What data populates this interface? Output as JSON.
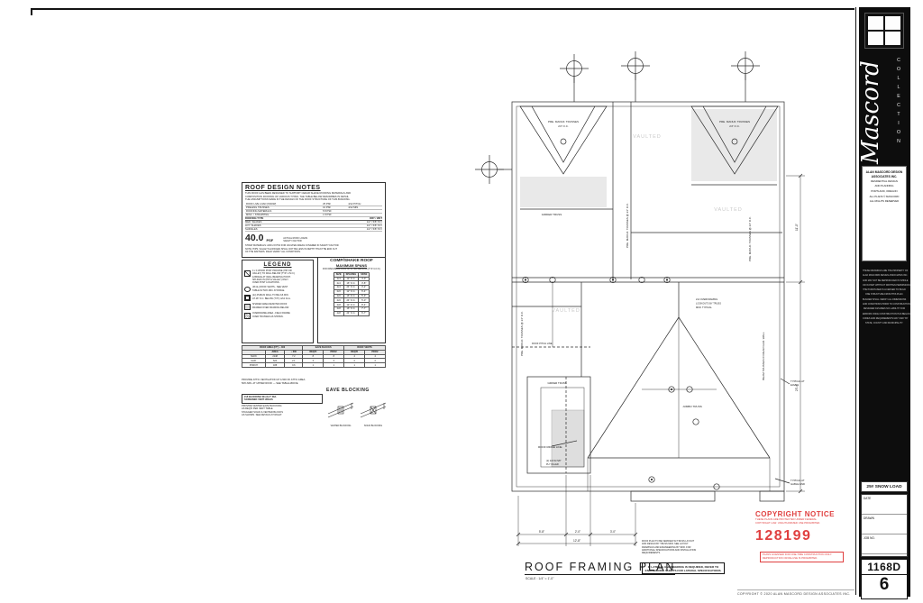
{
  "page": {
    "footer_copyright": "COPYRIGHT © 2020 ALAN MASCORD DESIGN ASSOCIATES INC."
  },
  "titleblock": {
    "brand_script": "Mascord",
    "collection": "COLLECTION",
    "info_heading": "ALAN MASCORD DESIGN ASSOCIATES INC.",
    "info_lines": [
      "RESIDENTIAL DESIGN",
      "AND PLANNING",
      "PORTLAND, OREGON",
      "ALL PLANS © MASCORD",
      "ALL RIGHTS RESERVED"
    ],
    "disclaimer_lines": [
      "THESE DRAWINGS ARE THE PROPERTY OF",
      "ALAN MASCORD DESIGN ASSOCIATES INC.",
      "AND MAY NOT BE REPRODUCED IN WHOLE",
      "OR IN PART WITHOUT WRITTEN PERMISSION.",
      "THE PURCHASER IS LICENSED TO BUILD",
      "ONE STRUCTURE FROM THIS PLAN.",
      "BUILDER SHALL VERIFY ALL DIMENSIONS",
      "AND CONDITIONS PRIOR TO CONSTRUCTION.",
      "DESIGNER ASSUMES NO LIABILITY FOR",
      "ERRORS ONCE CONSTRUCTION HAS BEGUN.",
      "CODES AND REQUIREMENTS MAY VARY BY",
      "STATE, COUNTY AND MUNICIPALITY."
    ],
    "snow_load": "25# SNOW LOAD",
    "meta_rows": [
      {
        "label": "DATE"
      },
      {
        "label": "DRAWN"
      },
      {
        "label": "JOB NO."
      }
    ],
    "plan_series": "1168D",
    "sheet_number": "6"
  },
  "design_notes": {
    "title": "ROOF DESIGN NOTES",
    "intro_lines": [
      "THIS ROOF HAS BEEN DESIGNED TO SUPPORT CEDAR SHAKE ROOFING MATERIALS AND",
      "COMPOSITION ROOFING OF VARIOUS TYPES. THE TABLE BELOW DESCRIBES IN DETAIL",
      "THE ASSUMPTIONS MADE IN THE DESIGN OF THE ROOF STRUCTURE OF THIS BUILDING."
    ],
    "load_rows": [
      {
        "label": "ROOF LIVE LOAD (SNOW)",
        "value": "25 PSF",
        "extra": "4/12 PITCH"
      },
      {
        "label": "PRE-ENG TRUSSES",
        "value": "10 PSF",
        "extra": "4/12 MIN."
      },
      {
        "label": "ROOFING MATERIALS",
        "value": "5.5 PSF",
        "extra": ""
      },
      {
        "label": "MISC. / STRAPPING",
        "value": "1.5 PSF",
        "extra": ""
      }
    ],
    "type_header": {
      "label": "ROOFING TYPE",
      "value": "DRY / WET"
    },
    "type_rows": [
      {
        "label": "MED. SHAKES",
        "value": "1/2\" / 5/8\" PLY"
      },
      {
        "label": "HVY. SHAKES",
        "value": "1/2\" / 5/8\" PLY"
      },
      {
        "label": "SHINGLES",
        "value": "1/2\" / 5/8\" PLY"
      }
    ],
    "total_value": "40.0",
    "total_unit": "PSF",
    "total_note_a": "ACTUAL ROOF LOADS",
    "total_note_b": "SAFETY FACTOR",
    "footnotes": [
      "STRAP MATERIALS: ADD 2.8 PSF FOR VAULTED AREAS COVERED IN SAFETY FACTOR.",
      "NOTE: HIPS, VALLEYS & RIDGES SHALL NOT BE LESS IN DEPTH THAN THE END CUT",
      "OF THE RAFTERS. FIELD VERIFY ALL CONDITIONS."
    ]
  },
  "legend": {
    "title": "LEGEND",
    "items": [
      {
        "lines": [
          "4 x 4 WOOD POST PROVIDE (HIP OR",
          "VALLEY) TO WALL BELOW (TYP. U.N.O.)",
          "& BRACE AT WALL BEARING POINT.",
          "SPLICES IN (HIP & VALLEY) ONLY",
          "OVER POST LOCATIONS."
        ]
      },
      {
        "lines": [
          "(M.GL) ROOF VENTS - SEE VENT",
          "TABLE W/ 50% MIN. AT RIDGE."
        ]
      },
      {
        "lines": [
          "(2x) PURLIN WALL TO BE 2x6 MIN.",
          "AT 48\" O.C. BELOW (TYP.) 4/12 CLG."
        ]
      },
      {
        "lines": [
          "SHADED AREA DENOTES ROOF",
          "FRAMED OVER FRAMING BELOW."
        ]
      },
      {
        "lines": [
          "OVERFRAME AREA - FIELD FRAME",
          "OVER TRUSSES AS SHOWN."
        ]
      }
    ]
  },
  "comp_shake": {
    "title": "COMP/SHAKE ROOF",
    "subtitle": "MAXIMUM SPANS",
    "note": "FOR OPEN BEAM CLGS. W/ 2x T&G DECKING (TYP. U.N.O.)",
    "headers": [
      "SIZE",
      "SPACING",
      "SPAN"
    ],
    "rows": [
      [
        "2x4",
        "12\" O.C.",
        "4'-0\""
      ],
      [
        "2x4",
        "16\" O.C.",
        "3'-8\""
      ],
      [
        "2x4",
        "24\" O.C.",
        "3'-2\""
      ],
      [
        "2x6",
        "12\" O.C.",
        "6'-4\""
      ],
      [
        "2x6",
        "16\" O.C.",
        "5'-9\""
      ],
      [
        "2x6",
        "24\" O.C.",
        "5'-0\""
      ],
      [
        "2x8",
        "12\" O.C.",
        "8'-4\""
      ],
      [
        "2x8",
        "16\" O.C.",
        "7'-7\""
      ],
      [
        "2x8",
        "24\" O.C.",
        "6'-7\""
      ]
    ]
  },
  "roof_vents": {
    "headers": [
      "ROOF AREA (FT²) ÷ 300",
      "EAVE BLOCKS",
      "ROOF VENTS"
    ],
    "col_headers": [
      "",
      "AREA",
      "÷ 300",
      "REQ'D",
      "PROV.",
      "REQ'D",
      "PROV."
    ],
    "rows": [
      [
        "MAIN",
        "2148",
        "7.2",
        "8",
        "8",
        "4",
        "4"
      ],
      [
        "GAR.",
        "624",
        "2.1",
        "3",
        "3",
        "2",
        "2"
      ],
      [
        "PORCH",
        "188",
        "0.6",
        "1",
        "1",
        "1",
        "1"
      ]
    ]
  },
  "attic_note": [
    "PROVIDE ATTIC VENTILATION AT 1/300 OF ATTIC AREA.",
    "50% MIN. AT UPPER ROOF — SEE TABLE ABOVE."
  ],
  "eave_blocking": {
    "heading": "EAVE BLOCKING",
    "left_box_lines": [
      "2x6 BLOCKING W/ (3) 2\" DIA.",
      "SCREENED VENT HOLES"
    ],
    "left_lines": [
      "PROVIDE VENTED EAVE BLOCKING",
      "AS REQ'D PER VENT TABLE.",
      "STAGGER SOLID & VENTED BLOCKS",
      "AS SHOWN. SEE DETAILS AT RIGHT."
    ],
    "caption_a": "VENTED BLOCKING",
    "caption_b": "SOLID BLOCKING"
  },
  "plan": {
    "title": "ROOF FRAMING PLAN",
    "scale": "SCALE : 1/4\" = 1'-0\"",
    "labels": {
      "truss_tl_a": "PRE. MANUF. TRUSSES",
      "truss_tl_b": "24\" O.C.",
      "truss_tr_a": "PRE. MANUF. TRUSSES",
      "truss_tr_b": "24\" O.C.",
      "truss_vert_left": "PRE. MANUF. TRUSSES @ 24\" O.C.",
      "truss_vert_mid": "PRE. MANUF. TRUSSES @ 24\" O.C.",
      "truss_vert_right": "PRE. MANUF. TRUSSES @ 24\" O.C.",
      "beam_vert_right": "BEAM TRUSSES IN REAR GAR. WALL",
      "girder_top": "GIRDER TRUSS",
      "girder_low": "GIRDER TRUSS",
      "jumbo_truss": "JUMBO TRUSS",
      "ridge_line": "ROOF RIDGE LINE",
      "roof_pitch": "ROOF PITCH LINE",
      "overframe_a": "2x4 OVERFRAMING",
      "overframe_b": "LOOKOUTS BY TRUSS",
      "overframe_c": "MFR. TYPICAL",
      "typ_eaves_a": "TYPICAL AT",
      "typ_eaves_b": "EAVES",
      "typ_gable_a": "TYPICAL AT",
      "typ_gable_b": "GABLE END",
      "filler_a": "(2) 2x6 W/ 5/8\"",
      "filler_b": "PLY FILLER",
      "vaulted_1": "VAULTED",
      "vaulted_2": "VAULTED",
      "vaulted_3": "VAULTED"
    },
    "dims": {
      "bottom": [
        "5'-8\"",
        "2'-0\"",
        "3'-0\"",
        "12'-8\""
      ],
      "right_upper": "11'-0\"",
      "right_lower": "23'-4\""
    }
  },
  "notes_boxes": {
    "mfr_note_lines": [
      "ROOF PLAN TO BE VERIFIED W/ TRUSS LAYOUT",
      "AND DESIGN BY TRUSS MFR. SEE LAYOUT",
      "DRAWINGS AND ENGINEERING BY MFR. FOR",
      "ADDITIONAL SPECIFICATIONS AND INSTALLATION",
      "REQUIREMENTS."
    ],
    "lateral_note": "IF LATERAL ENGINEERING IS REQUIRED, REFER TO ENGINEERING SHEETS FOR LATERAL SPECIFICATIONS."
  },
  "copyright_stamp": {
    "title": "COPYRIGHT NOTICE",
    "line1": "THESE PLANS ARE PROTECTED UNDER FEDERAL",
    "line2": "COPYRIGHT LAW. UNAUTHORIZED USE PROHIBITED.",
    "number": "128199",
    "box_line1": "PLANS LICENSED FOR ONE-TIME CONSTRUCTION ONLY.",
    "box_line2": "REPRODUCTION OR RE-USE IS PROHIBITED."
  }
}
